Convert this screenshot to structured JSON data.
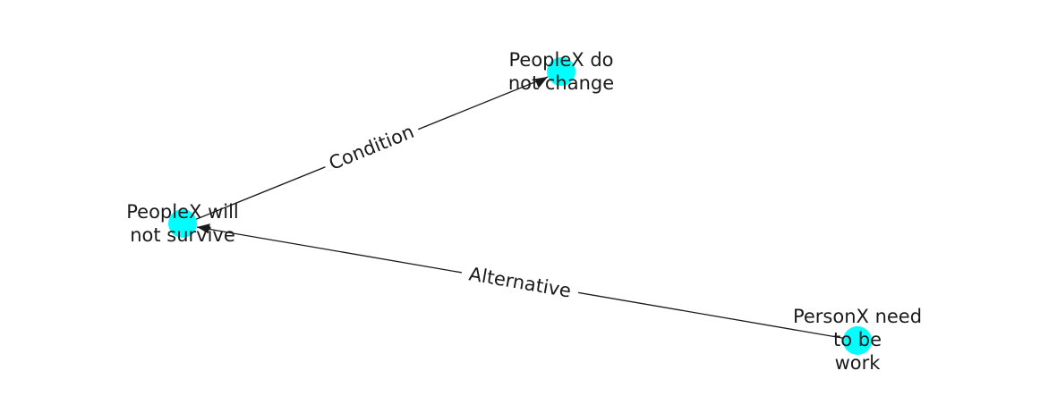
{
  "colors": {
    "node": "#00ffff",
    "edge": "#1a1a1a",
    "label_bg": "#ffffff"
  },
  "nodes": [
    {
      "id": "n_do_not_change",
      "lines": [
        "PeopleX do",
        "not change"
      ]
    },
    {
      "id": "n_will_not_survive",
      "lines": [
        "PeopleX will",
        "not survive"
      ]
    },
    {
      "id": "n_need_work",
      "lines": [
        "PersonX need",
        "to be",
        "work"
      ]
    }
  ],
  "edges": [
    {
      "from": "n_will_not_survive",
      "to": "n_do_not_change",
      "label": "Condition"
    },
    {
      "from": "n_need_work",
      "to": "n_will_not_survive",
      "label": "Alternative"
    }
  ]
}
